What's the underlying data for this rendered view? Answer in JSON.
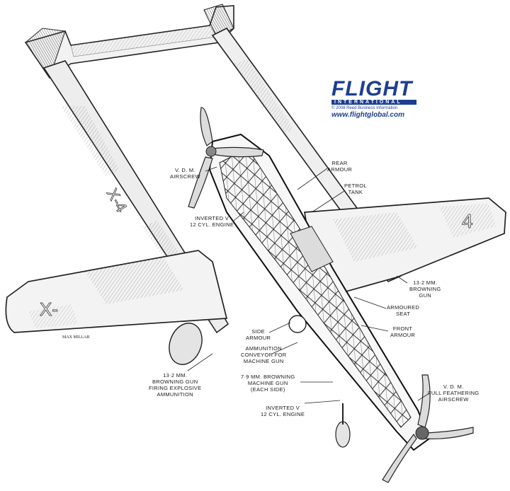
{
  "logo": {
    "word": "FLIGHT",
    "sub": "INTERNATIONAL",
    "copyright": "© 2008 Reed Business Information",
    "url": "www.flightglobal.com",
    "color": "#1c3f8f"
  },
  "callouts": {
    "vdm_airscrew": "V. D. M.\nAIRSCREW",
    "inverted_v_top": "INVERTED V\n12 CYL. ENGINE",
    "rear_armour": "REAR\nARMOUR",
    "petrol_tank": "PETROL\nTANK",
    "browning_right": "13·2 MM.\nBROWNING\nGUN",
    "armoured_seat": "ARMOURED\nSEAT",
    "front_armour": "FRONT\nARMOUR",
    "side_armour": "SIDE\nARMOUR",
    "ammo_conveyor": "AMMUNITION\nCONVEYOR FOR\nMACHINE GUN",
    "browning_mg": "7·9 MM. BROWNING\nMACHINE GUN\n(EACH SIDE)",
    "browning_left": "13·2 MM.\nBROWNING GUN\nFIRING EXPLOSIVE\nAMMUNITION",
    "inverted_v_bottom": "INVERTED V\n12 CYL. ENGINE",
    "vdm_full": "V. D. M.\nFULL FEATHERING\nAIRSCREW"
  },
  "markings": {
    "boom_left": "X-4",
    "wing_left": "X-",
    "wing_right": "4",
    "signature": "MAX MILLAR"
  }
}
